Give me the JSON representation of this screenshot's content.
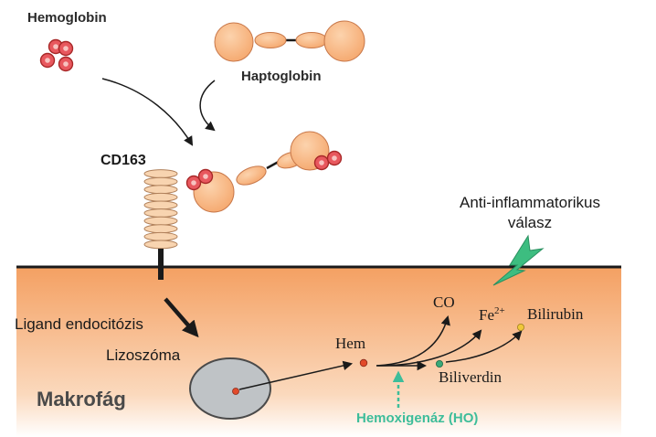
{
  "labels": {
    "hemoglobin": "Hemoglobin",
    "haptoglobin": "Haptoglobin",
    "cd163": "CD163",
    "anti_inflammatory_line1": "Anti-inflammatorikus",
    "anti_inflammatory_line2": "válasz",
    "co": "CO",
    "fe": "Fe",
    "fe_charge": "2+",
    "bilirubin": "Bilirubin",
    "ligand_endocytosis": "Ligand endocitózis",
    "lysosome": "Lizoszóma",
    "heme": "Hem",
    "biliverdin": "Biliverdin",
    "macrophage": "Makrofág",
    "heme_oxygenase": "Hemoxigenáz (HO)"
  },
  "colors": {
    "protein_fill": "#f5b07a",
    "protein_stroke": "#c8784a",
    "rbc_fill": "#e8585e",
    "rbc_inner": "#f7c3c0",
    "rbc_stroke": "#a82828",
    "receptor_fill": "#f8d4b0",
    "receptor_stroke": "#b0805a",
    "membrane": "#1a1a1a",
    "cell_top": "#f4a062",
    "cell_bottom": "#ffffff",
    "lysosome_fill": "#bfc3c6",
    "lysosome_stroke": "#4a4a4a",
    "heme_dot": "#e24a2a",
    "biliverdin_dot": "#3aa878",
    "bilirubin_dot": "#f0c83a",
    "signal_green": "#3dbd80",
    "enzyme_text": "#3dbd9a",
    "macrophage_text": "#4a4a4a"
  }
}
